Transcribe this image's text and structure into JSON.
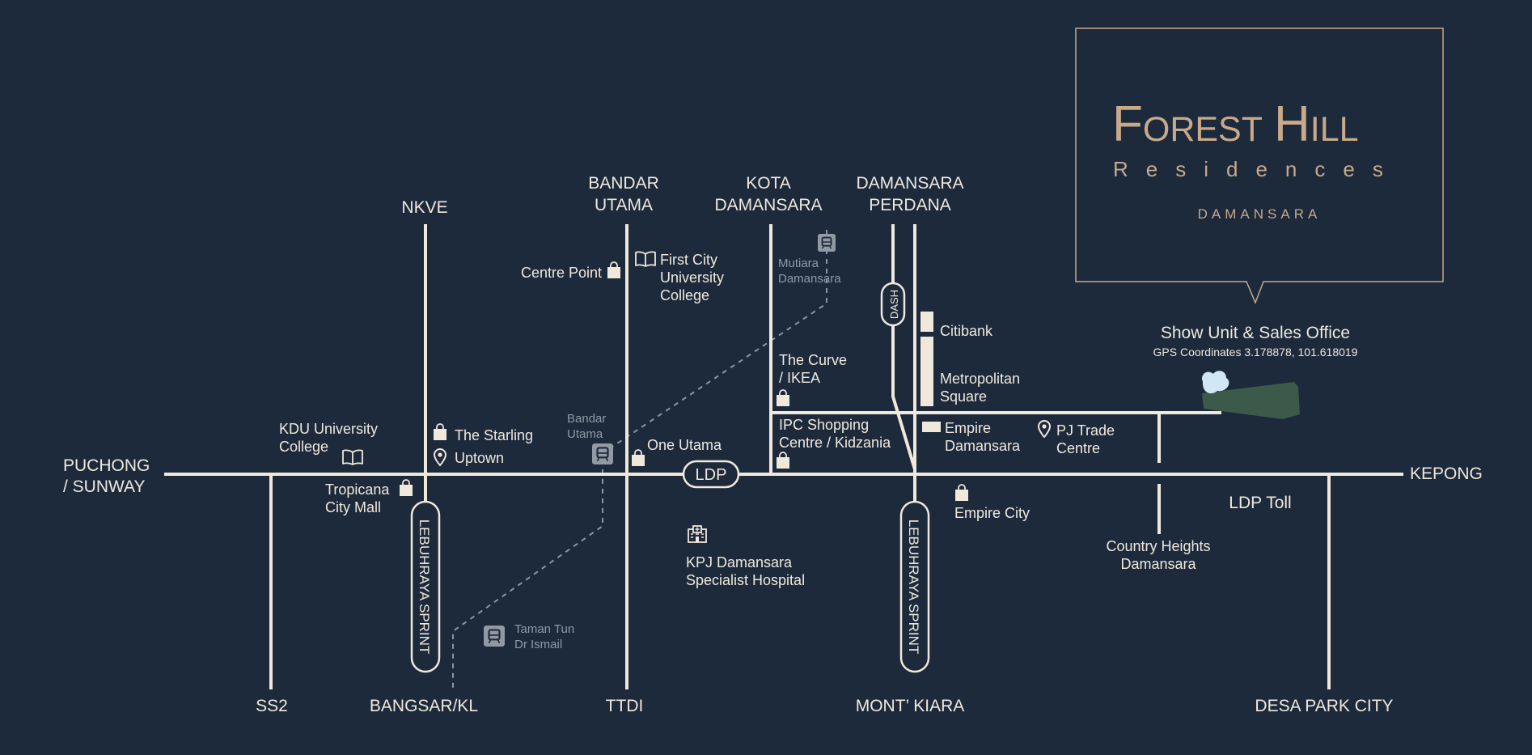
{
  "colors": {
    "background": "#1c2a3c",
    "road": "#f1e8dc",
    "gold": "#c8a98a",
    "muted": "#8f9aa6",
    "site_green": "#3b5a4a",
    "site_lake": "#d3e6f3"
  },
  "brand": {
    "name_a": "Forest",
    "name_b": "Hill",
    "sub": "Residences",
    "location": "DAMANSARA"
  },
  "highways": {
    "puchong": [
      "PUCHONG",
      "/ SUNWAY"
    ],
    "kepong": "KEPONG",
    "nkve": "NKVE",
    "bandar_utama": [
      "BANDAR",
      "UTAMA"
    ],
    "kota_damansara": [
      "KOTA",
      "DAMANSARA"
    ],
    "damansara_perdana": [
      "DAMANSARA",
      "PERDANA"
    ],
    "ss2": "SS2",
    "bangsar": "BANGSAR/KL",
    "ttdi": "TTDI",
    "mont_kiara": "MONT’ KIARA",
    "desa_park": "DESA PARK CITY",
    "ldp": "LDP",
    "dash": "DASH",
    "sprint": "LEBUHRAYA SPRINT",
    "ldp_toll": "LDP Toll"
  },
  "office": {
    "title": "Show Unit & Sales Office",
    "gps": "GPS Coordinates 3.178878, 101.618019"
  },
  "places": {
    "kdu": [
      "KDU University",
      "College"
    ],
    "starling": "The Starling",
    "uptown": "Uptown",
    "tropicana": [
      "Tropicana",
      "City Mall"
    ],
    "centre_point": "Centre Point",
    "first_city": [
      "First City",
      "University",
      "College"
    ],
    "one_utama": "One Utama",
    "curve": [
      "The Curve",
      "/ IKEA"
    ],
    "ipc": [
      "IPC Shopping",
      "Centre / Kidzania"
    ],
    "citibank": "Citibank",
    "metropolitan": [
      "Metropolitan",
      "Square"
    ],
    "empire_damansara": [
      "Empire",
      "Damansara"
    ],
    "pj_trade": [
      "PJ Trade",
      "Centre"
    ],
    "empire_city": "Empire City",
    "country_heights": [
      "Country Heights",
      "Damansara"
    ],
    "kpj": [
      "KPJ Damansara",
      "Specialist Hospital"
    ]
  },
  "stations": {
    "mutiara": [
      "Mutiara",
      "Damansara"
    ],
    "bandar_utama": [
      "Bandar",
      "Utama"
    ],
    "taman_tun": [
      "Taman Tun",
      "Dr Ismail"
    ]
  }
}
